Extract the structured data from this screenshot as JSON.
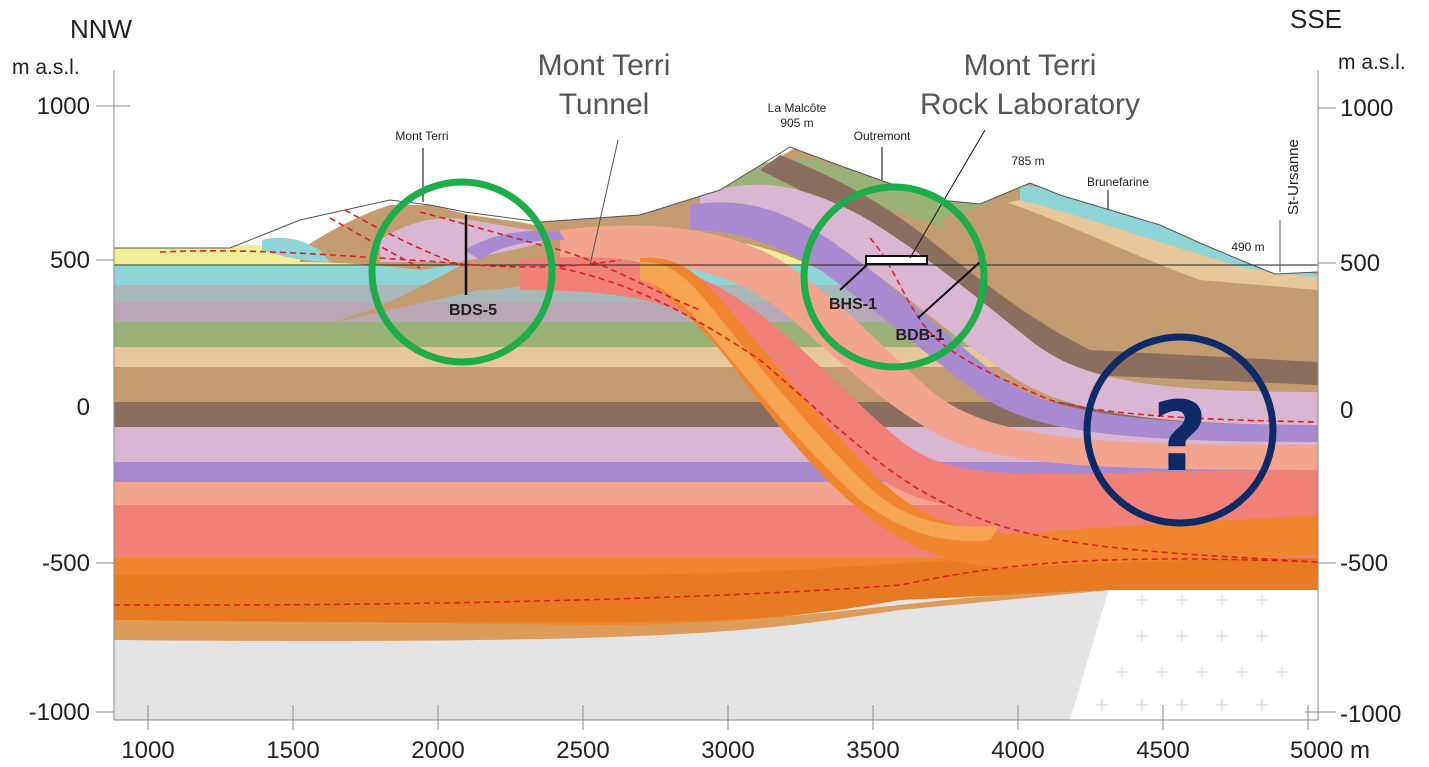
{
  "header": {
    "left_direction": "NNW",
    "right_direction": "SSE",
    "left_unit": "m a.s.l.",
    "right_unit": "m a.s.l."
  },
  "titles": {
    "tunnel_line1": "Mont Terri",
    "tunnel_line2": "Tunnel",
    "lab_line1": "Mont Terri",
    "lab_line2": "Rock Laboratory"
  },
  "places": {
    "mont_terri": "Mont Terri",
    "la_malcote": "La Malcôte",
    "la_malcote_elev": "905 m",
    "outremont": "Outremont",
    "peak_785": "785 m",
    "brunefarine": "Brunefarine",
    "elev_490": "490 m",
    "st_ursanne": "St-Ursanne"
  },
  "boreholes": {
    "bds5": "BDS-5",
    "bhs1": "BHS-1",
    "bdb1": "BDB-1"
  },
  "question_mark": "?",
  "axes": {
    "left_ticks": [
      "1000",
      "500",
      "0",
      "-500",
      "-1000"
    ],
    "right_ticks": [
      "1000",
      "500",
      "0",
      "-500",
      "-1000"
    ],
    "x_ticks": [
      "1000",
      "1500",
      "2000",
      "2500",
      "3000",
      "3500",
      "4000",
      "4500",
      "5000 m"
    ]
  },
  "colors": {
    "highlight_circle": "#1fad4b",
    "question_circle": "#0d2a66",
    "fault_line": "#e02020"
  }
}
